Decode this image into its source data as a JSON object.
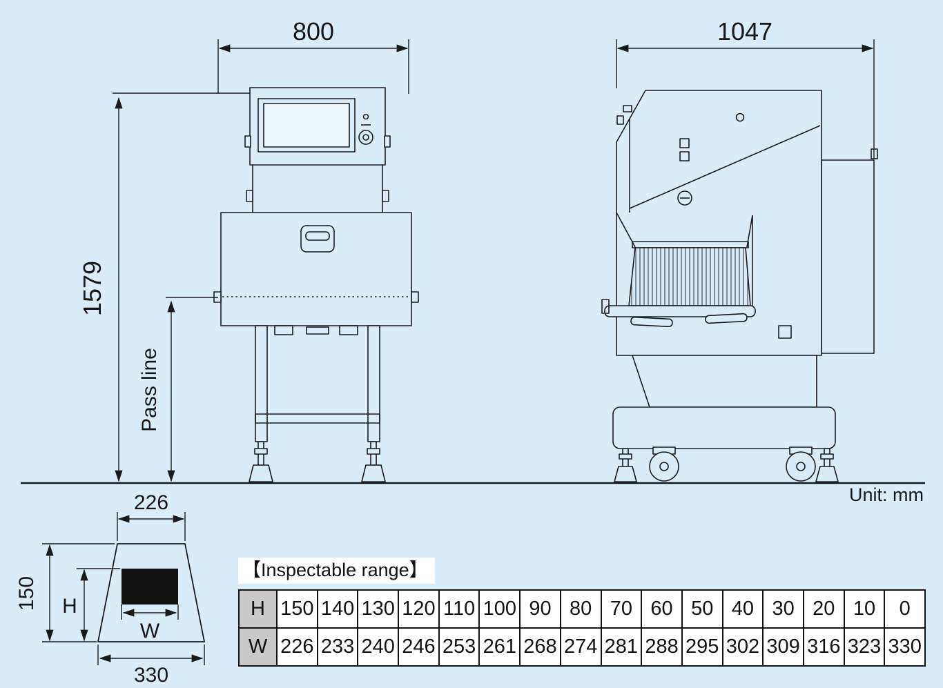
{
  "unit_label": "Unit: mm",
  "front_view": {
    "width_dim": "800",
    "height_dim": "1579",
    "pass_line_label": "Pass line"
  },
  "side_view": {
    "width_dim": "1047"
  },
  "cross_section": {
    "top_width": "226",
    "bottom_width": "330",
    "max_height": "150",
    "height_label": "H",
    "width_label": "W"
  },
  "inspectable_range": {
    "title": "【Inspectable range】",
    "rows": [
      {
        "header": "H",
        "values": [
          "150",
          "140",
          "130",
          "120",
          "110",
          "100",
          "90",
          "80",
          "70",
          "60",
          "50",
          "40",
          "30",
          "20",
          "10",
          "0"
        ]
      },
      {
        "header": "W",
        "values": [
          "226",
          "233",
          "240",
          "246",
          "253",
          "261",
          "268",
          "274",
          "281",
          "288",
          "295",
          "302",
          "309",
          "316",
          "323",
          "330"
        ]
      }
    ]
  },
  "chart_data": {
    "type": "table",
    "title": "Inspectable range",
    "unit": "mm",
    "rows": [
      {
        "label": "H",
        "values": [
          150,
          140,
          130,
          120,
          110,
          100,
          90,
          80,
          70,
          60,
          50,
          40,
          30,
          20,
          10,
          0
        ]
      },
      {
        "label": "W",
        "values": [
          226,
          233,
          240,
          246,
          253,
          261,
          268,
          274,
          281,
          288,
          295,
          302,
          309,
          316,
          323,
          330
        ]
      }
    ],
    "notes": "Trapezoid cross-section: top width 226, bottom width 330, max height 150. Machine: front width 800, overall height 1579, side depth 1047."
  },
  "colors": {
    "background": "#d8edf8",
    "line": "#1a1a1a",
    "table_header_bg": "#c9c9c9"
  }
}
